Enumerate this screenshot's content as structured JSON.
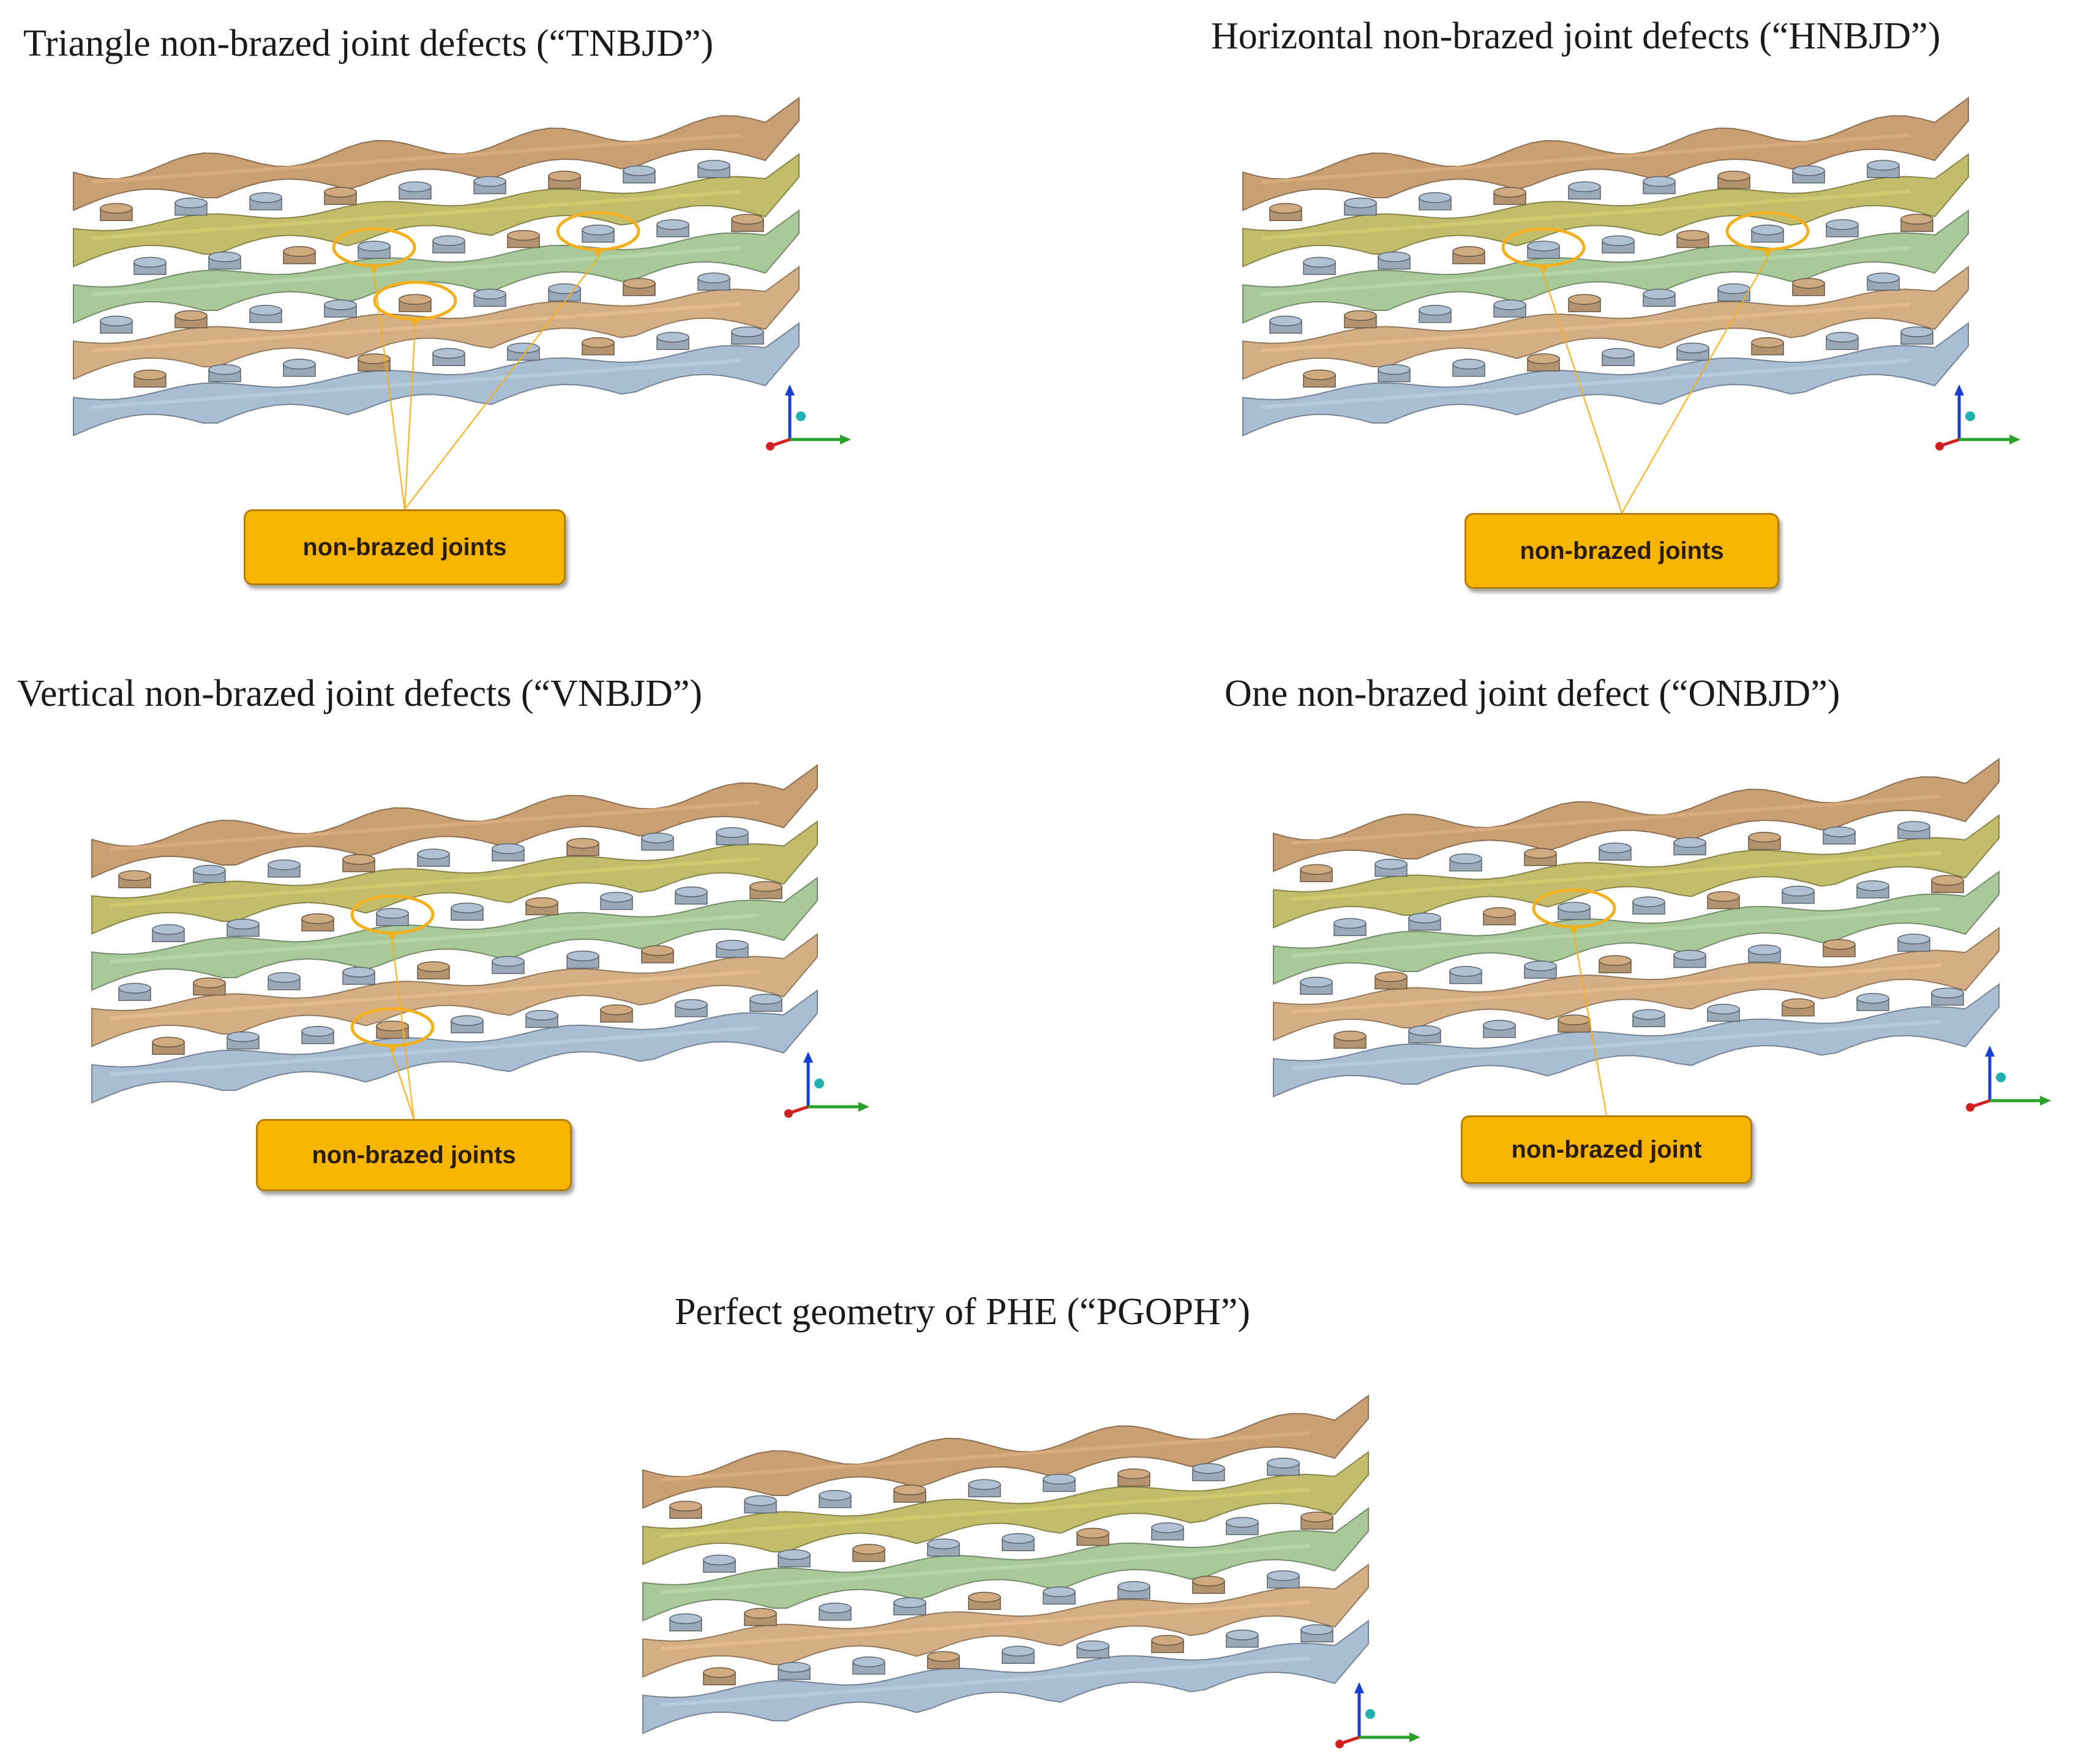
{
  "panels": [
    {
      "title": "Triangle non-brazed joint defects (“TNBJD”)",
      "callout": "non-brazed joints",
      "defect_count": 3
    },
    {
      "title": "Horizontal non-brazed joint defects (“HNBJD”)",
      "callout": "non-brazed joints",
      "defect_count": 2
    },
    {
      "title": "Vertical non-brazed joint defects (“VNBJD”)",
      "callout": "non-brazed joints",
      "defect_count": 2
    },
    {
      "title": "One non-brazed joint defect (“ONBJD”)",
      "callout": "non-brazed joint",
      "defect_count": 1
    },
    {
      "title": "Perfect geometry of PHE (“PGOPH”)",
      "defect_count": 0
    }
  ],
  "colors": {
    "layer_top": "#c9a074",
    "layer_2": "#c2bd6a",
    "layer_3": "#a9c99a",
    "layer_4": "#d4ae84",
    "layer_bottom": "#a9bdd3",
    "joint": "#9aa8b8",
    "defect_ring": "#f2b01e",
    "callout_fill": "#f7b500",
    "axis_x": "#2aa02a",
    "axis_y": "#d02020",
    "axis_z": "#1a3fd0",
    "axis_dot": "#20b0b0"
  },
  "icons": [
    "axis-triad-icon"
  ]
}
